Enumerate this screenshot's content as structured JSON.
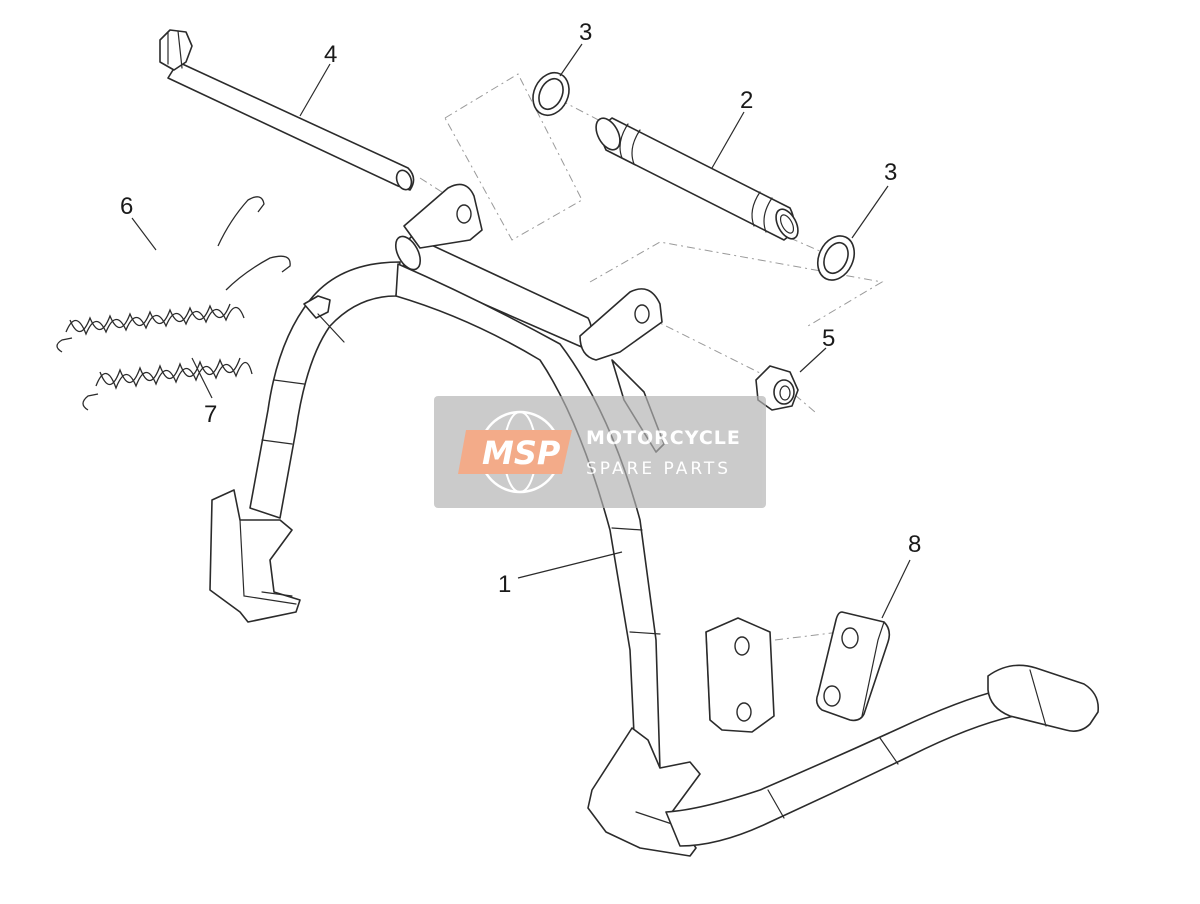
{
  "diagram": {
    "callouts": [
      "1",
      "2",
      "3",
      "3",
      "4",
      "5",
      "6",
      "7",
      "8"
    ]
  },
  "watermark": {
    "logo_text": "MSP",
    "line1": "MOTORCYCLE",
    "line2": "SPARE PARTS"
  },
  "colors": {
    "line": "#2b2b2b",
    "dash": "#9a9a9a",
    "watermark_bg": "#b3b3b3",
    "watermark_logo": "#f2a37d"
  }
}
